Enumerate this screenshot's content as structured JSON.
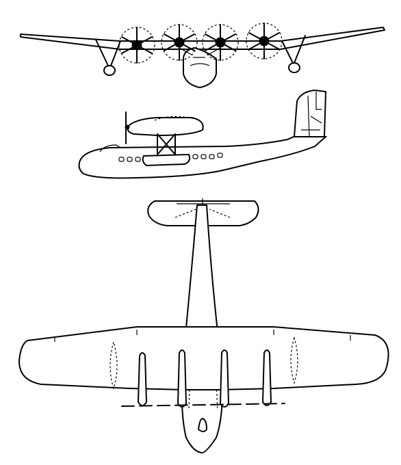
{
  "drawing": {
    "views": [
      {
        "id": "front-view"
      },
      {
        "id": "side-view"
      },
      {
        "id": "top-view"
      }
    ],
    "colors": {
      "line": "#000000",
      "background": "#ffffff"
    }
  }
}
